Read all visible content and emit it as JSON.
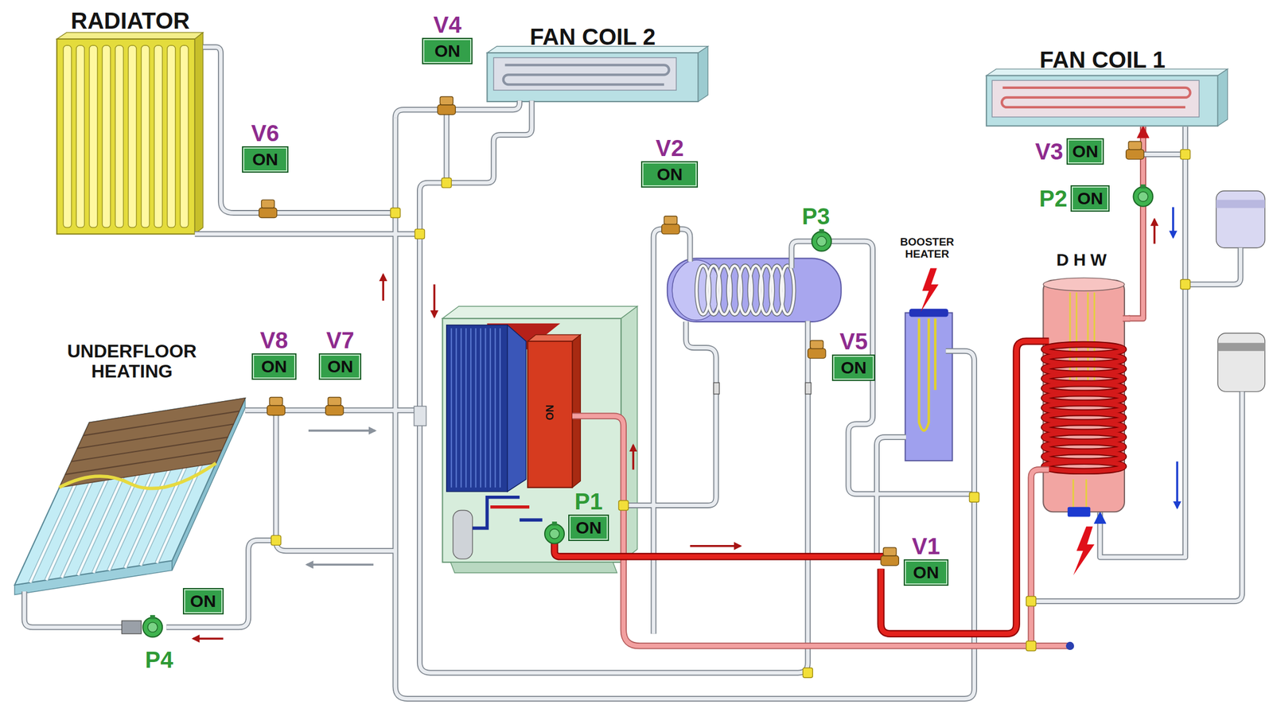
{
  "diagram": {
    "nodes": [
      {
        "text": [
          "RADIATOR"
        ]
      },
      {
        "text": [
          "V4",
          "ON"
        ]
      },
      {
        "text": [
          "FAN COIL 2"
        ]
      },
      {
        "text": [
          "FAN COIL 1"
        ]
      },
      {
        "text": [
          "V6",
          "ON"
        ]
      },
      {
        "text": [
          "V3",
          "ON"
        ]
      },
      {
        "text": [
          "V2",
          "ON"
        ]
      },
      {
        "text": [
          "P2",
          "ON"
        ]
      },
      {
        "text": [
          "BOOSTER HEATER"
        ]
      },
      {
        "text": [
          "DHW"
        ]
      },
      {
        "text": [
          "V8",
          "ON"
        ]
      },
      {
        "text": [
          "V7",
          "ON"
        ]
      },
      {
        "text": [
          "V5",
          "ON"
        ]
      },
      {
        "text": [
          "UNDERFLOOR HEATING"
        ]
      },
      {
        "text": [
          "P1",
          "ON"
        ]
      },
      {
        "text": [
          "V1",
          "ON"
        ]
      },
      {
        "text": [
          "ON"
        ]
      }
    ],
    "edges": [
      {
        "from": 9,
        "to": 3,
        "arrow": "to"
      },
      {
        "from": 3,
        "to": 9,
        "arrow": "to"
      }
    ],
    "labels": [
      "P3",
      "P4",
      "ON"
    ]
  }
}
